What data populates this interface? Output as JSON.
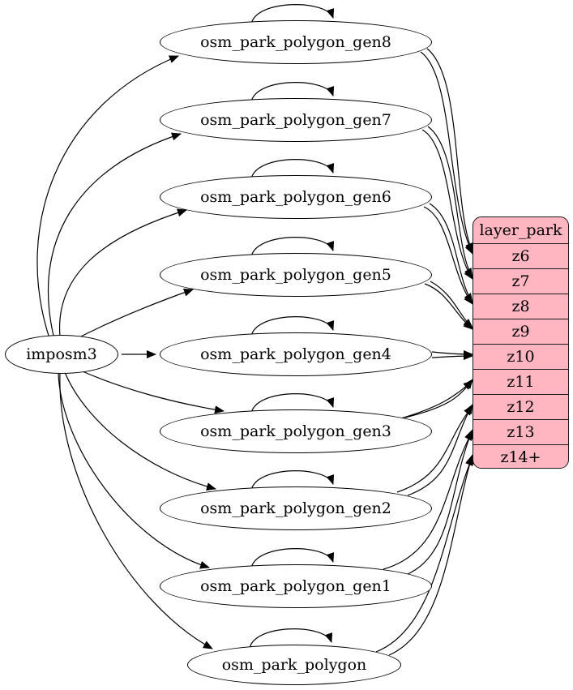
{
  "diagram": {
    "source": {
      "label": "imposm3"
    },
    "tables": [
      {
        "label": "osm_park_polygon_gen8",
        "maps_to": "z6"
      },
      {
        "label": "osm_park_polygon_gen7",
        "maps_to": "z7"
      },
      {
        "label": "osm_park_polygon_gen6",
        "maps_to": "z8"
      },
      {
        "label": "osm_park_polygon_gen5",
        "maps_to": "z9"
      },
      {
        "label": "osm_park_polygon_gen4",
        "maps_to": "z10"
      },
      {
        "label": "osm_park_polygon_gen3",
        "maps_to": "z11"
      },
      {
        "label": "osm_park_polygon_gen2",
        "maps_to": "z12"
      },
      {
        "label": "osm_park_polygon_gen1",
        "maps_to": "z13"
      },
      {
        "label": "osm_park_polygon",
        "maps_to": "z14+"
      }
    ],
    "layer": {
      "title": "layer_park",
      "rows": [
        "z6",
        "z7",
        "z8",
        "z9",
        "z10",
        "z11",
        "z12",
        "z13",
        "z14+"
      ]
    },
    "edges": {
      "source_to_each_table": true,
      "self_loop_on_each_table": true,
      "edges_per_table_to_layer_row": 2
    },
    "colors": {
      "layer_fill": "#ffb6c1",
      "table_fill": "#ffffff",
      "stroke": "#000000"
    }
  }
}
